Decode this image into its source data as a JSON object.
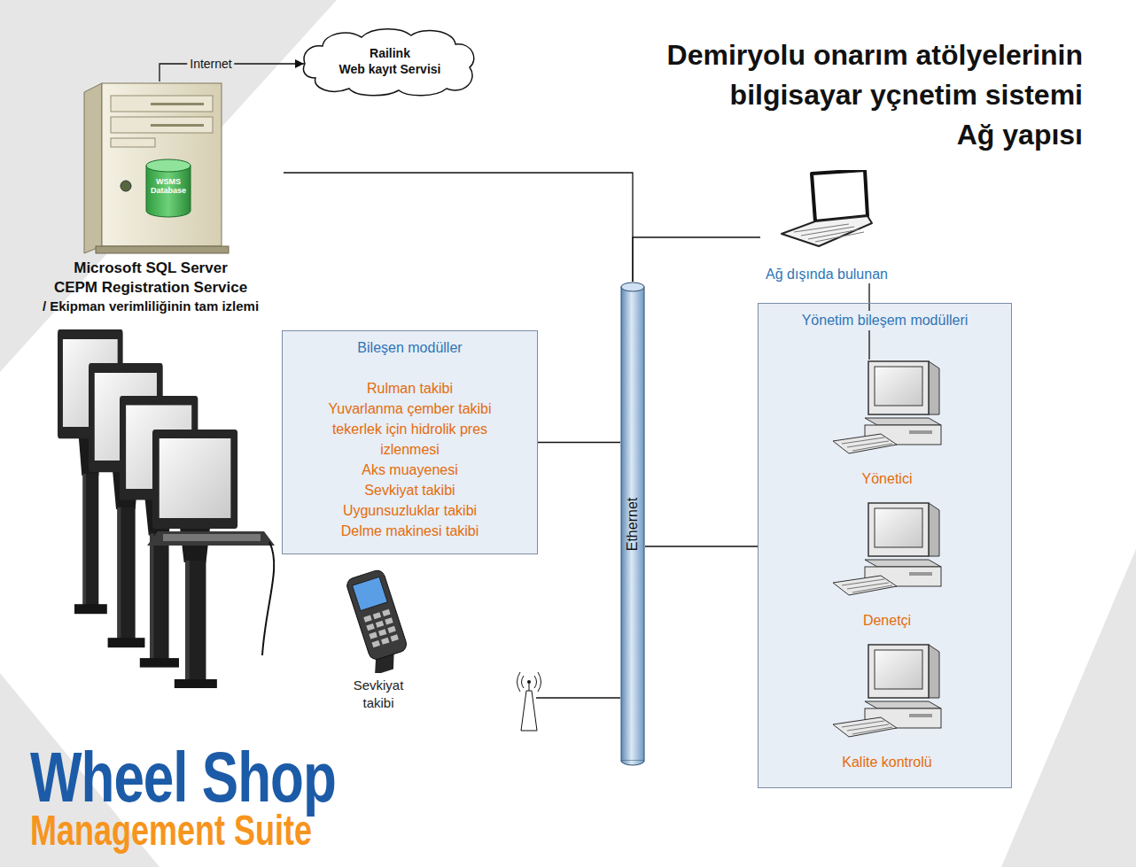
{
  "diagram": {
    "title": "Demiryolu onarım atölyelerinin bilgisayar yçnetim sistemi Ağ yapısı",
    "nodes": [
      {
        "text": [
          "Railink",
          "Web kayıt Servisi"
        ]
      },
      {
        "text": [
          "WSMS Database",
          "Microsoft SQL Server",
          "CEPM Registration Service",
          "/ Ekipman verimliliğinin tam izlemi"
        ]
      },
      {
        "text": [
          "Ağ dışında bulunan"
        ]
      },
      {
        "text": [
          "Ethernet"
        ]
      },
      {
        "text": [
          "Yönetim bileşem modülleri"
        ]
      },
      {
        "text": [
          "Yönetici"
        ],
        "in": 4
      },
      {
        "text": [
          "Bileşen modüller",
          "Rulman takibi",
          "Yuvarlanma çember takibi",
          "tekerlek için hidrolik pres izlenmesi",
          "Aks muayenesi",
          "Sevkiyat takibi",
          "Uygunsuzluklar takibi",
          "Delme makinesi takibi"
        ]
      },
      {
        "text": [
          "Denetçi"
        ],
        "in": 4
      },
      {
        "text": [
          "Sevkiyat takibi"
        ]
      },
      {
        "text": [
          "Kalite kontrolü"
        ],
        "in": 4
      }
    ],
    "edges": [
      {
        "from": 1,
        "to": 0,
        "arrow": "to",
        "label": "Internet"
      },
      {
        "from": 1,
        "to": 3,
        "arrow": "none"
      },
      {
        "from": 2,
        "to": 3,
        "arrow": "none"
      },
      {
        "from": 2,
        "to": 5,
        "arrow": "none"
      },
      {
        "from": 6,
        "to": 3,
        "arrow": "none"
      },
      {
        "from": 3,
        "to": 4,
        "arrow": "none"
      }
    ],
    "labels": [
      "Wheel Shop",
      "Management Suite"
    ]
  }
}
